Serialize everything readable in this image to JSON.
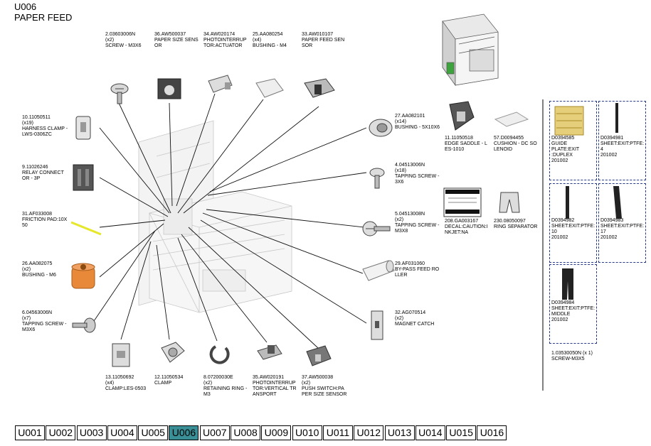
{
  "header": {
    "code": "U006",
    "title": "PAPER FEED"
  },
  "parts": [
    {
      "id": "p2",
      "text": "2.03603006N\n(x2)\nSCREW - M3X6"
    },
    {
      "id": "p36",
      "text": "36.AW500037\nPAPER SIZE SENS\nOR"
    },
    {
      "id": "p34",
      "text": "34.AW020174\nPHOTOINTERRUP\nTOR:ACTUATOR"
    },
    {
      "id": "p25",
      "text": "25.AA080254\n(x4)\nBUSHING - M4"
    },
    {
      "id": "p33",
      "text": "33.AW010107\nPAPER FEED SEN\nSOR"
    },
    {
      "id": "p10",
      "text": "10.11050511\n(x19)\nHARNESS CLAMP -\nLWS-0306ZC"
    },
    {
      "id": "p9",
      "text": "9.11026246\nRELAY CONNECT\nOR - 3P"
    },
    {
      "id": "p31",
      "text": "31.AF033008\nFRICTION PAD:10X\n50"
    },
    {
      "id": "p26",
      "text": "26.AA082075\n(x2)\nBUSHING - M6"
    },
    {
      "id": "p6",
      "text": "6.04563006N\n(x7)\nTAPPING SCREW -\nM3X6"
    },
    {
      "id": "p13",
      "text": "13.11050692\n(x4)\nCLAMP:LES-0503"
    },
    {
      "id": "p12",
      "text": "12.11050534\nCLAMP"
    },
    {
      "id": "p8",
      "text": "8.07200030E\n(x2)\nRETAINING RING -\nM3"
    },
    {
      "id": "p35",
      "text": "35.AW020191\nPHOTOINTERRUP\nTOR:VERTICAL TR\nANSPORT"
    },
    {
      "id": "p37",
      "text": "37.AW500038\n(x2)\nPUSH SWITCH:PA\nPER SIZE SENSOR"
    },
    {
      "id": "p27",
      "text": "27.AA082101\n(x14)\nBUSHING - 5X10X6"
    },
    {
      "id": "p4",
      "text": "4.04513006N\n(x18)\nTAPPING SCREW -\n3X6"
    },
    {
      "id": "p5",
      "text": "5.04513008N\n(x2)\nTAPPING SCREW -\nM3X8"
    },
    {
      "id": "p29",
      "text": "29.AF031060\nBY-PASS FEED RO\nLLER"
    },
    {
      "id": "p32",
      "text": "32.AG070514\n(x2)\nMAGNET CATCH"
    },
    {
      "id": "p11",
      "text": "11.11050518\nEDGE SADDLE - L\nES-1010"
    },
    {
      "id": "p57",
      "text": "57.D0094455\nCUSHION - DC SO\nLENOID"
    },
    {
      "id": "p208",
      "text": "208.GA003167\nDECAL:CAUTION:I\nNKJET:NA"
    },
    {
      "id": "p230",
      "text": "230.08050097\nRING SEPARATOR"
    }
  ],
  "option_parts": [
    {
      "id": "o1",
      "text": "D0394585\nGUIDE PLATE:EXIT\n:DUPLEX\n201002"
    },
    {
      "id": "o2",
      "text": "D0394981\nSHEET:EXIT:PTFE:\n4\n201002"
    },
    {
      "id": "o3",
      "text": "D0394982\nSHEET:EXIT:PTFE:\n10\n201002"
    },
    {
      "id": "o4",
      "text": "D0394983\nSHEET:EXIT:PTFE:\n17\n201002"
    },
    {
      "id": "o5",
      "text": "D0394984\nSHEET:EXIT:PTFE:\nMIDDLE\n201002"
    }
  ],
  "screw_note": "1.03530050N (x 1)\nSCREW-M3X5",
  "tabs": [
    "U001",
    "U002",
    "U003",
    "U004",
    "U005",
    "U006",
    "U007",
    "U008",
    "U009",
    "U010",
    "U011",
    "U012",
    "U013",
    "U014",
    "U015",
    "U016"
  ],
  "active_tab": "U006",
  "colors": {
    "active_tab": "#3a8e95",
    "dashed_border": "#2a3a8a",
    "bushing": "#e8893a",
    "friction_pad": "#e6e62a"
  }
}
